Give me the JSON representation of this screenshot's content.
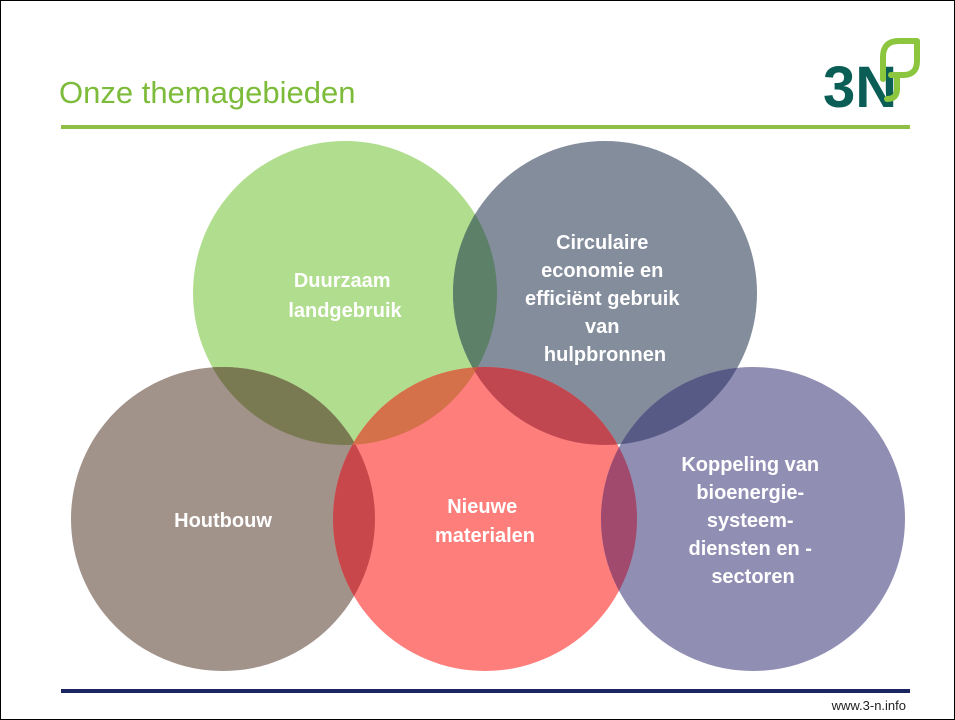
{
  "slide": {
    "title": "Onze themagebieden",
    "footer_url": "www.3-n.info"
  },
  "logo": {
    "text": "3N",
    "text_color": "#0b5e55",
    "leaf_color": "#8cc63f"
  },
  "diagram": {
    "circles": [
      {
        "id": "duurzaam",
        "color": "#b1dd8e",
        "label_lines": [
          "Duurzaam",
          "landgebruik"
        ]
      },
      {
        "id": "circulaire",
        "color": "#848d9c",
        "label_lines": [
          "Circulaire",
          "economie en",
          "efficiënt gebruik",
          "van",
          "hulpbronnen"
        ]
      },
      {
        "id": "houtbouw",
        "color": "#a1928a",
        "label_lines": [
          "Houtbouw"
        ]
      },
      {
        "id": "nieuwe",
        "color": "#fe7e7c",
        "label_lines": [
          "Nieuwe",
          "materialen"
        ]
      },
      {
        "id": "koppeling",
        "color": "#918eb4",
        "label_lines": [
          "Koppeling van",
          "bioenergie-",
          "systeem-",
          "diensten en -",
          "sectoren"
        ]
      }
    ],
    "overlap_colors": {
      "duurzaam_circulaire": "#5c8068",
      "duurzaam_houtbouw": "#7a7a52",
      "duurzaam_nieuwe": "#d4704a",
      "circulaire_nieuwe": "#c04650",
      "circulaire_koppeling": "#585a86",
      "houtbouw_nieuwe": "#c8474a",
      "nieuwe_koppeling": "#a14a6e",
      "triple": "#c85a3e"
    }
  }
}
